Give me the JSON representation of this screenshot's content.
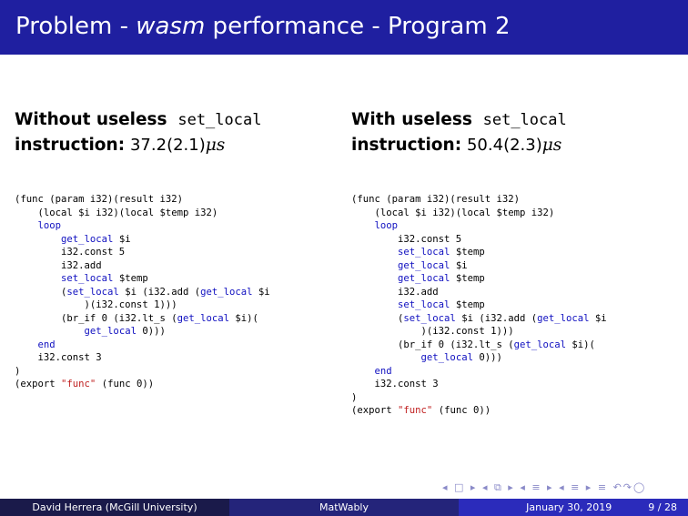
{
  "slide": {
    "title": "Problem - wasm performance - Program 2",
    "title_parts": {
      "pre": "Problem - ",
      "em": "wasm",
      "post": " performance - Program 2"
    }
  },
  "left": {
    "heading_bold1": "Without useless",
    "heading_mono": "set_local",
    "heading_bold2": "instruction:",
    "value": "37.2(2.1)",
    "unit": "μs",
    "code": [
      [
        {
          "t": "(func (param i32)(result i32)"
        }
      ],
      [
        {
          "t": "    (local $i i32)(local $temp i32)"
        }
      ],
      [
        {
          "t": "    "
        },
        {
          "t": "loop",
          "k": 1
        }
      ],
      [
        {
          "t": "        "
        },
        {
          "t": "get_local",
          "k": 1
        },
        {
          "t": " $i"
        }
      ],
      [
        {
          "t": "        i32.const 5"
        }
      ],
      [
        {
          "t": "        i32.add"
        }
      ],
      [
        {
          "t": "        "
        },
        {
          "t": "set_local",
          "k": 1
        },
        {
          "t": " $temp"
        }
      ],
      [
        {
          "t": "        ("
        },
        {
          "t": "set_local",
          "k": 1
        },
        {
          "t": " $i (i32.add ("
        },
        {
          "t": "get_local",
          "k": 1
        },
        {
          "t": " $i"
        }
      ],
      [
        {
          "t": "            )(i32.const 1)))"
        }
      ],
      [
        {
          "t": "        (br_if 0 (i32.lt_s ("
        },
        {
          "t": "get_local",
          "k": 1
        },
        {
          "t": " $i)("
        }
      ],
      [
        {
          "t": "            "
        },
        {
          "t": "get_local",
          "k": 1
        },
        {
          "t": " 0)))"
        }
      ],
      [
        {
          "t": "    "
        },
        {
          "t": "end",
          "k": 1
        }
      ],
      [
        {
          "t": "    i32.const 3"
        }
      ],
      [
        {
          "t": ")"
        }
      ],
      [
        {
          "t": "(export "
        },
        {
          "t": "\"func\"",
          "s": 1
        },
        {
          "t": " (func 0))"
        }
      ]
    ]
  },
  "right": {
    "heading_bold1": "With useless",
    "heading_mono": "set_local",
    "heading_bold2": "instruction:",
    "value": "50.4(2.3)",
    "unit": "μs",
    "code": [
      [
        {
          "t": "(func (param i32)(result i32)"
        }
      ],
      [
        {
          "t": "    (local $i i32)(local $temp i32)"
        }
      ],
      [
        {
          "t": "    "
        },
        {
          "t": "loop",
          "k": 1
        }
      ],
      [
        {
          "t": "        i32.const 5"
        }
      ],
      [
        {
          "t": "        "
        },
        {
          "t": "set_local",
          "k": 1
        },
        {
          "t": " $temp"
        }
      ],
      [
        {
          "t": "        "
        },
        {
          "t": "get_local",
          "k": 1
        },
        {
          "t": " $i"
        }
      ],
      [
        {
          "t": "        "
        },
        {
          "t": "get_local",
          "k": 1
        },
        {
          "t": " $temp"
        }
      ],
      [
        {
          "t": "        i32.add"
        }
      ],
      [
        {
          "t": "        "
        },
        {
          "t": "set_local",
          "k": 1
        },
        {
          "t": " $temp"
        }
      ],
      [
        {
          "t": "        ("
        },
        {
          "t": "set_local",
          "k": 1
        },
        {
          "t": " $i (i32.add ("
        },
        {
          "t": "get_local",
          "k": 1
        },
        {
          "t": " $i"
        }
      ],
      [
        {
          "t": "            )(i32.const 1)))"
        }
      ],
      [
        {
          "t": "        (br_if 0 (i32.lt_s ("
        },
        {
          "t": "get_local",
          "k": 1
        },
        {
          "t": " $i)("
        }
      ],
      [
        {
          "t": "            "
        },
        {
          "t": "get_local",
          "k": 1
        },
        {
          "t": " 0)))"
        }
      ],
      [
        {
          "t": "    "
        },
        {
          "t": "end",
          "k": 1
        }
      ],
      [
        {
          "t": "    i32.const 3"
        }
      ],
      [
        {
          "t": ")"
        }
      ],
      [
        {
          "t": "(export "
        },
        {
          "t": "\"func\"",
          "s": 1
        },
        {
          "t": " (func 0))"
        }
      ]
    ]
  },
  "footer": {
    "author": "David Herrera  (McGill University)",
    "short_title": "MatWably",
    "date": "January 30, 2019",
    "page": "9 / 28"
  },
  "icons": [
    "nav-prev-frame-icon",
    "nav-prev-subsection-icon",
    "nav-prev-section-icon",
    "nav-align-icon",
    "nav-search-icon"
  ],
  "colors": {
    "titlebar": "#1f1fa0",
    "keyword": "#1010c0",
    "string": "#c02020"
  }
}
